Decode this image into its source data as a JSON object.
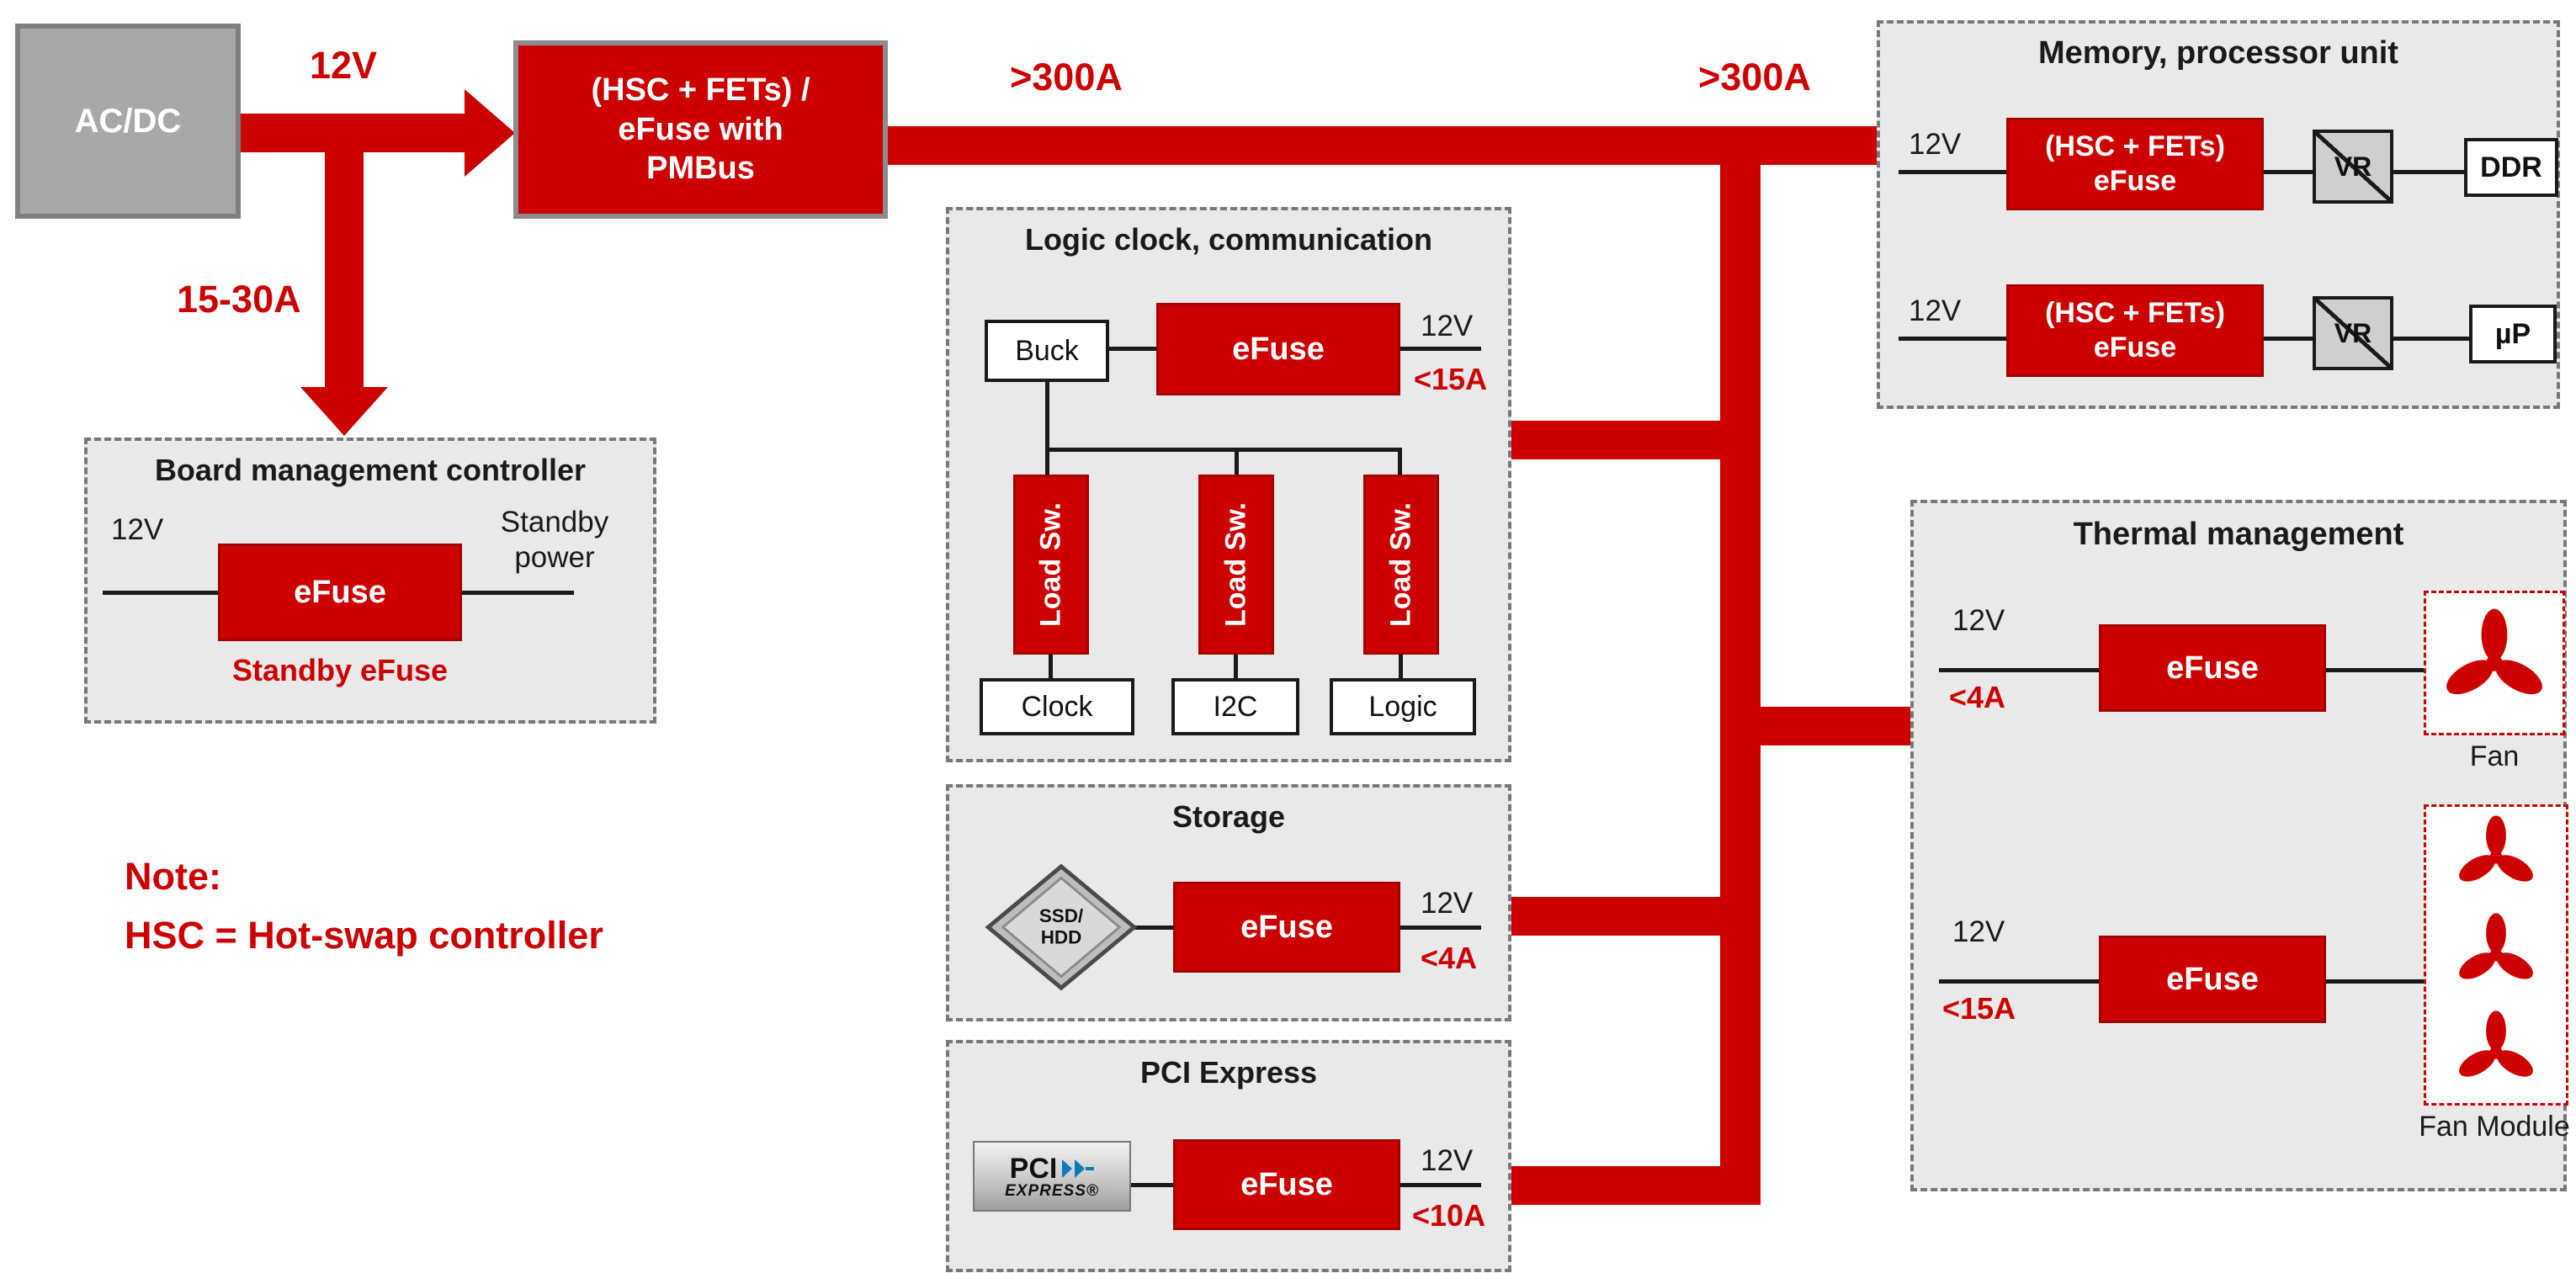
{
  "colors": {
    "accent_red": "#cc0000",
    "panel_gray": "#e9e9e9",
    "box_gray": "#a8a8a8"
  },
  "source": {
    "acdc_label": "AC/DC",
    "v12_label": "12V",
    "standby_current_label": "15-30A",
    "pmbus_line1": "(HSC + FETs) /",
    "pmbus_line2": "eFuse with",
    "pmbus_line3": "PMBus",
    "bus_current_label_1": ">300A",
    "bus_current_label_2": ">300A"
  },
  "note": {
    "line1": "Note:",
    "line2": "HSC = Hot-swap controller"
  },
  "bmc": {
    "title": "Board management controller",
    "input_label": "12V",
    "efuse_label": "eFuse",
    "output_line1": "Standby",
    "output_line2": "power",
    "caption": "Standby eFuse"
  },
  "logic": {
    "title": "Logic clock, communication",
    "buck_label": "Buck",
    "efuse_label": "eFuse",
    "rail_label": "12V",
    "current_label": "<15A",
    "load_switches": [
      "Load Sw.",
      "Load Sw.",
      "Load Sw."
    ],
    "outputs": [
      "Clock",
      "I2C",
      "Logic"
    ]
  },
  "storage": {
    "title": "Storage",
    "drive_line1": "SSD/",
    "drive_line2": "HDD",
    "efuse_label": "eFuse",
    "rail_label": "12V",
    "current_label": "<4A"
  },
  "pci": {
    "title": "PCI Express",
    "logo_top": "PCI",
    "logo_bottom": "EXPRESS®",
    "efuse_label": "eFuse",
    "rail_label": "12V",
    "current_label": "<10A"
  },
  "memory": {
    "title": "Memory, processor unit",
    "rows": [
      {
        "rail_label": "12V",
        "efuse_line1": "(HSC + FETs)",
        "efuse_line2": "eFuse",
        "vr_label": "VR",
        "load_label": "DDR"
      },
      {
        "rail_label": "12V",
        "efuse_line1": "(HSC + FETs)",
        "efuse_line2": "eFuse",
        "vr_label": "VR",
        "load_label": "µP"
      }
    ]
  },
  "thermal": {
    "title": "Thermal management",
    "rows": [
      {
        "rail_label": "12V",
        "current_label": "<4A",
        "efuse_label": "eFuse",
        "load_label": "Fan"
      },
      {
        "rail_label": "12V",
        "current_label": "<15A",
        "efuse_label": "eFuse",
        "load_label": "Fan Module"
      }
    ]
  }
}
